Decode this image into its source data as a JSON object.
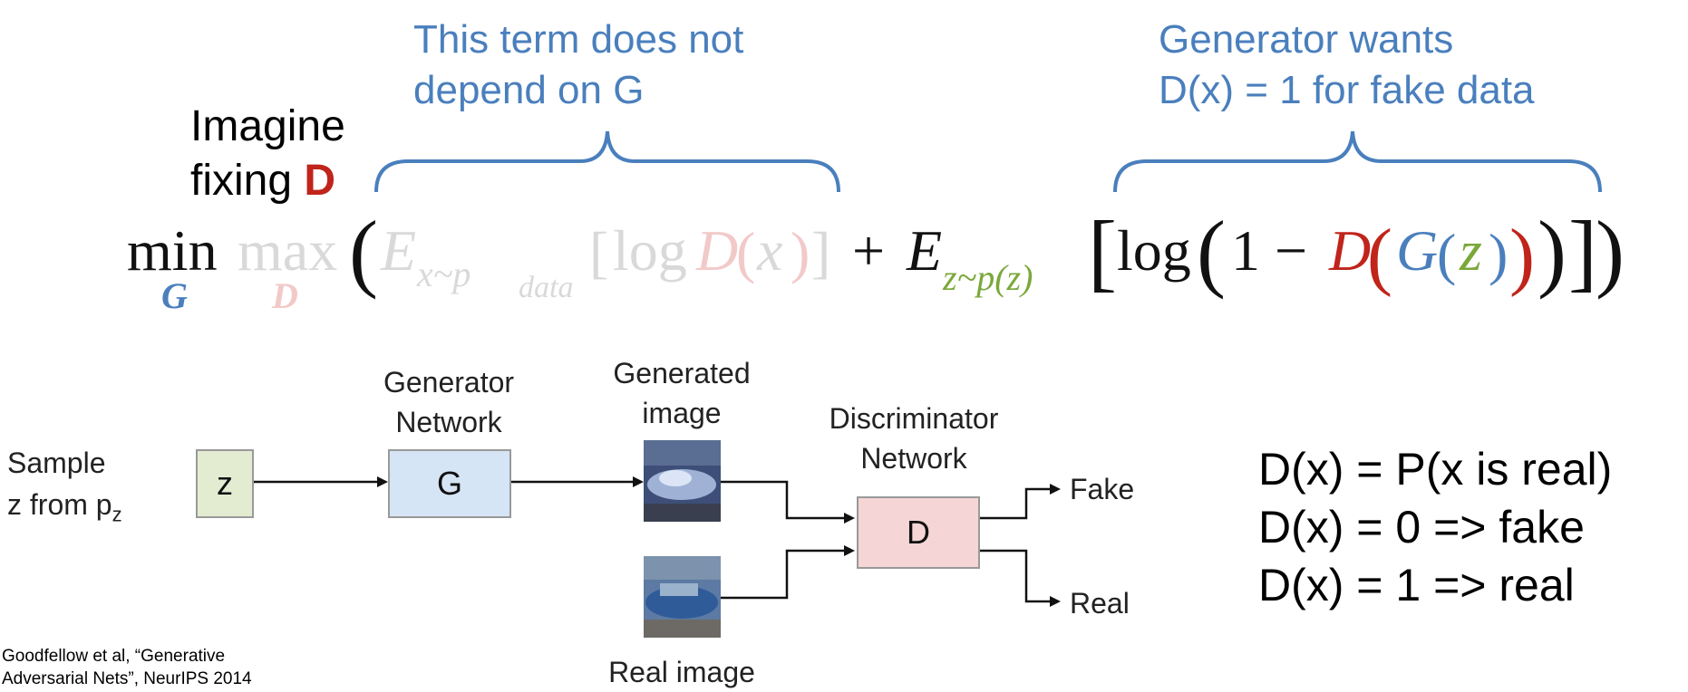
{
  "notes": {
    "left": [
      "This term does not",
      "depend on G"
    ],
    "right": [
      "Generator wants",
      "D(x) = 1 for fake data"
    ]
  },
  "imagine": {
    "line1": "Imagine",
    "line2_prefix": "fixing ",
    "line2_d": "D"
  },
  "equation": {
    "min": "min",
    "min_sub": "G",
    "max": "max",
    "max_sub": "D",
    "term1": "E",
    "term1_sub": "x~p",
    "term1_subsub": "data",
    "log": "log",
    "d": "D",
    "x": "x",
    "plus": "+",
    "term2_sub": "z~p(z)",
    "one_minus": "1 −",
    "g": "G",
    "z": "z",
    "colors": {
      "gray": "#d9d9d9",
      "pink": "#f2c9c9",
      "red": "#c0241b",
      "blue": "#4a7fbd",
      "green": "#7aa83a",
      "black": "#111111"
    }
  },
  "diagram": {
    "sample_lines": [
      "Sample",
      "z from p"
    ],
    "sample_sub": "z",
    "z_box": "z",
    "generator_label": [
      "Generator",
      "Network"
    ],
    "g_box": "G",
    "generated_label": [
      "Generated",
      "image"
    ],
    "discriminator_label": [
      "Discriminator",
      "Network"
    ],
    "d_box": "D",
    "fake": "Fake",
    "real": "Real",
    "real_image_label": "Real image",
    "colors": {
      "z_box": "#e3ecd1",
      "g_box": "#d6e5f5",
      "d_box": "#f5d5d5"
    }
  },
  "definitions": [
    "D(x) = P(x is real)",
    "D(x) = 0 => fake",
    "D(x) = 1 => real"
  ],
  "citation": [
    "Goodfellow et al, “Generative",
    "Adversarial Nets”, NeurIPS 2014"
  ]
}
